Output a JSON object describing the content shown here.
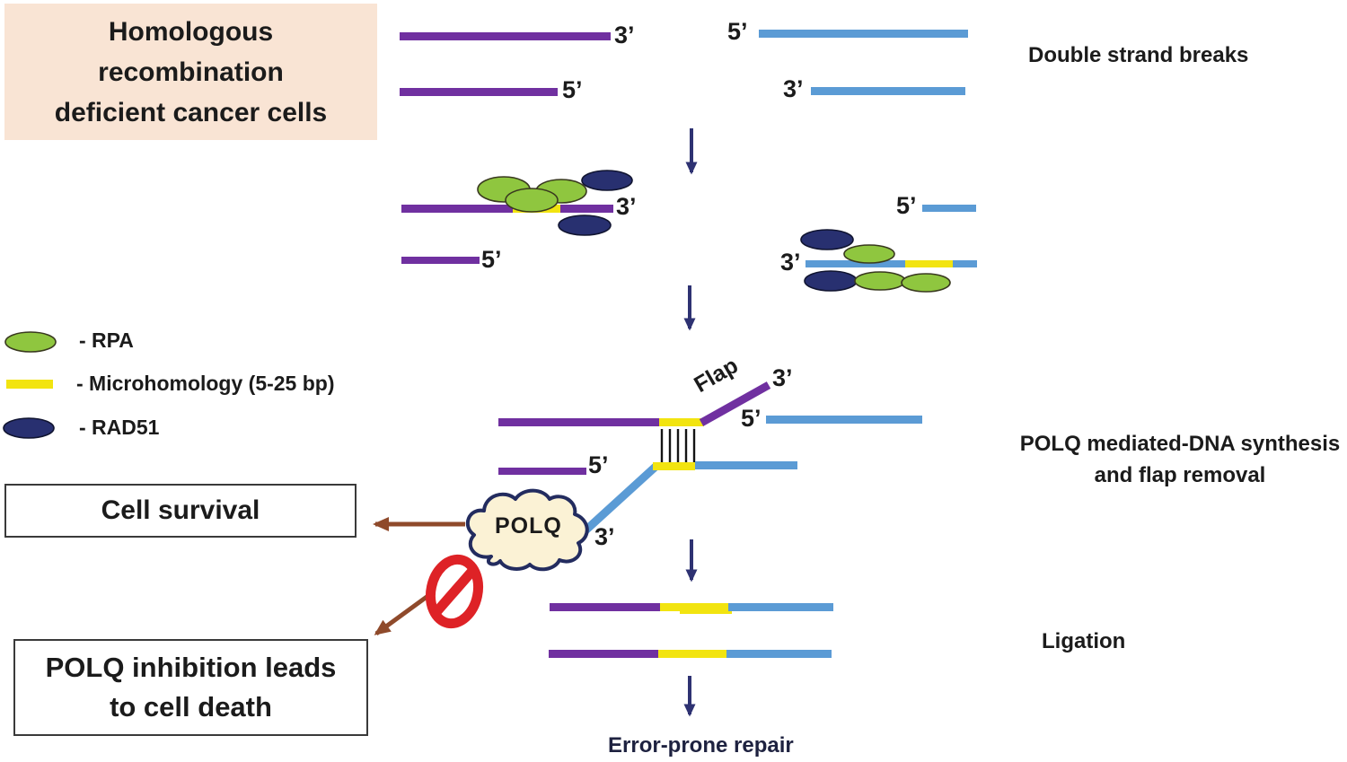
{
  "title_box": {
    "lines": [
      "Homologous",
      "recombination",
      "deficient cancer cells"
    ]
  },
  "legend": {
    "rpa_label": "- RPA",
    "microhomology_label": "- Microhomology (5-25 bp)",
    "rad51_label": "- RAD51"
  },
  "stage_labels": {
    "double_strand_breaks": "Double strand breaks",
    "polq_synthesis_line1": "POLQ mediated-DNA synthesis",
    "polq_synthesis_line2": "and flap removal",
    "ligation": "Ligation",
    "error_prone_repair": "Error-prone repair"
  },
  "outcome_boxes": {
    "cell_survival": "Cell survival",
    "polq_inhibition_line1": "POLQ inhibition leads",
    "polq_inhibition_line2": "to cell death"
  },
  "annotations": {
    "three_prime": "3’",
    "five_prime": "5’",
    "flap": "Flap",
    "polq": "POLQ"
  },
  "icons": {
    "prohibition": "no-entry-prohibition-icon",
    "polq_cloud": "polq-enzyme-cloud",
    "down_arrow": "process-down-arrow",
    "brown_arrow": "outcome-arrow"
  },
  "colors": {
    "strand_purple": "#7030A0",
    "strand_blue": "#5B9BD5",
    "microhomology_yellow": "#F2E410",
    "rpa_green": "#8FC63F",
    "rad51_navy": "#283070",
    "arrow_navy": "#2E3272",
    "arrow_brown": "#8F4A2B",
    "prohibition_red": "#DE2226",
    "title_box_bg": "#F9E4D4",
    "polq_cloud_fill": "#FBF2D5",
    "polq_cloud_stroke": "#232C5F"
  }
}
